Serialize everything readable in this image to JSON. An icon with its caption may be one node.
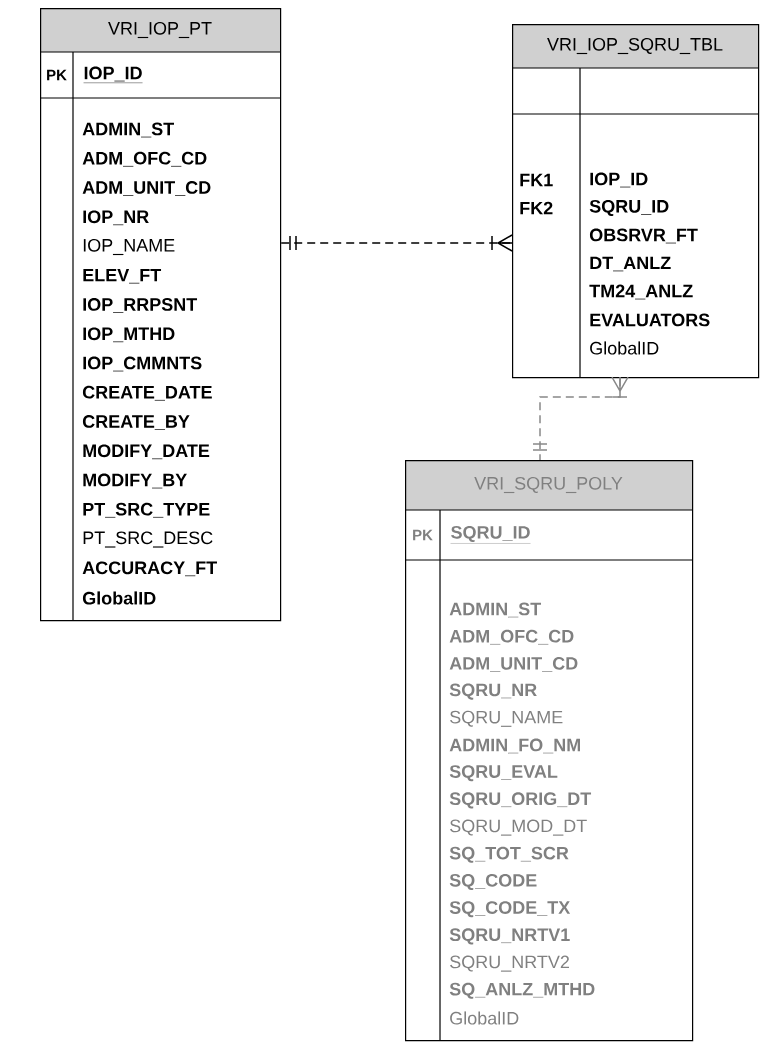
{
  "diagram": {
    "nodes": [
      {
        "text": [
          "VRI_IOP_PT",
          "PK",
          "IOP_ID",
          "ADMIN_ST",
          "ADM_OFC_CD",
          "ADM_UNIT_CD",
          "IOP_NR",
          "IOP_NAME",
          "ELEV_FT",
          "IOP_RRPSNT",
          "IOP_MTHD",
          "IOP_CMMNTS",
          "CREATE_DATE",
          "CREATE_BY",
          "MODIFY_DATE",
          "MODIFY_BY",
          "PT_SRC_TYPE",
          "PT_SRC_DESC",
          "ACCURACY_FT",
          "GlobalID"
        ]
      },
      {
        "text": [
          "VRI_IOP_SQRU_TBL",
          "FK1",
          "FK2",
          "IOP_ID",
          "SQRU_ID",
          "OBSRVR_FT",
          "DT_ANLZ",
          "TM24_ANLZ",
          "EVALUATORS",
          "GlobalID"
        ]
      },
      {
        "text": [
          "VRI_SQRU_POLY",
          "PK",
          "SQRU_ID",
          "ADMIN_ST",
          "ADM_OFC_CD",
          "ADM_UNIT_CD",
          "SQRU_NR",
          "SQRU_NAME",
          "ADMIN_FO_NM",
          "SQRU_EVAL",
          "SQRU_ORIG_DT",
          "SQRU_MOD_DT",
          "SQ_TOT_SCR",
          "SQ_CODE",
          "SQ_CODE_TX",
          "SQRU_NRTV1",
          "SQRU_NRTV2",
          "SQ_ANLZ_MTHD",
          "GlobalID"
        ]
      }
    ],
    "edges": [
      {
        "from": 0,
        "to": 1,
        "arrow": "other",
        "style": "dashed"
      },
      {
        "from": 1,
        "to": 2,
        "arrow": "other",
        "style": "dashed",
        "color": "#888888"
      }
    ]
  }
}
